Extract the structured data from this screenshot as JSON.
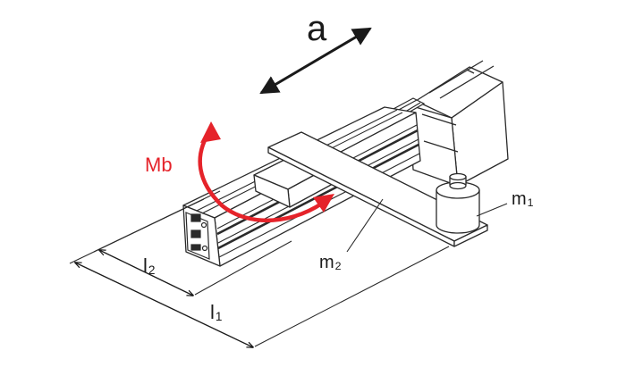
{
  "diagram": {
    "labels": {
      "acceleration": "a",
      "moment": "Mb",
      "mass1_base": "m",
      "mass1_sub": "1",
      "mass2_base": "m",
      "mass2_sub": "2",
      "length1_base": "l",
      "length1_sub": "1",
      "length2_base": "l",
      "length2_sub": "2"
    },
    "colors": {
      "line": "#2a2a2a",
      "moment_arrow": "#e5232a",
      "background": "#ffffff"
    }
  }
}
